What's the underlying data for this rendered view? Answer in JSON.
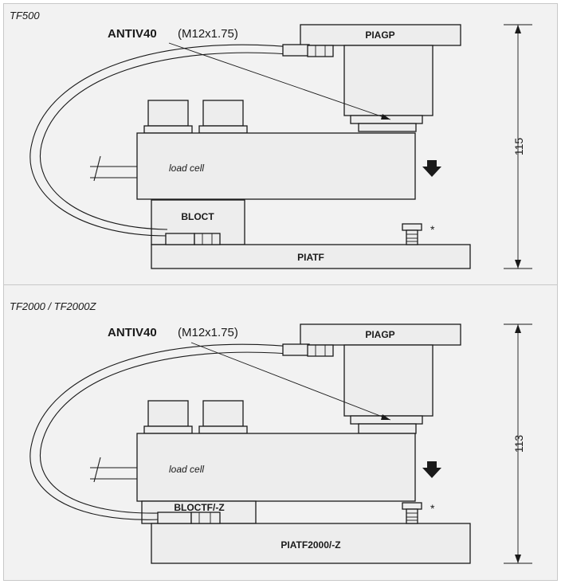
{
  "top": {
    "title": "TF500",
    "antiv_label": "ANTIV40",
    "antiv_thread": "(M12x1.75)",
    "top_plate": "PIAGP",
    "load_cell": "load cell",
    "block": "BLOCT",
    "base_plate": "PIATF",
    "height": "115",
    "asterisk": "*"
  },
  "bottom": {
    "title": "TF2000 / TF2000Z",
    "antiv_label": "ANTIV40",
    "antiv_thread": "(M12x1.75)",
    "top_plate": "PIAGP",
    "load_cell": "load cell",
    "block": "BLOCTF/-Z",
    "base_plate": "PIATF2000/-Z",
    "height": "113",
    "asterisk": "*"
  }
}
